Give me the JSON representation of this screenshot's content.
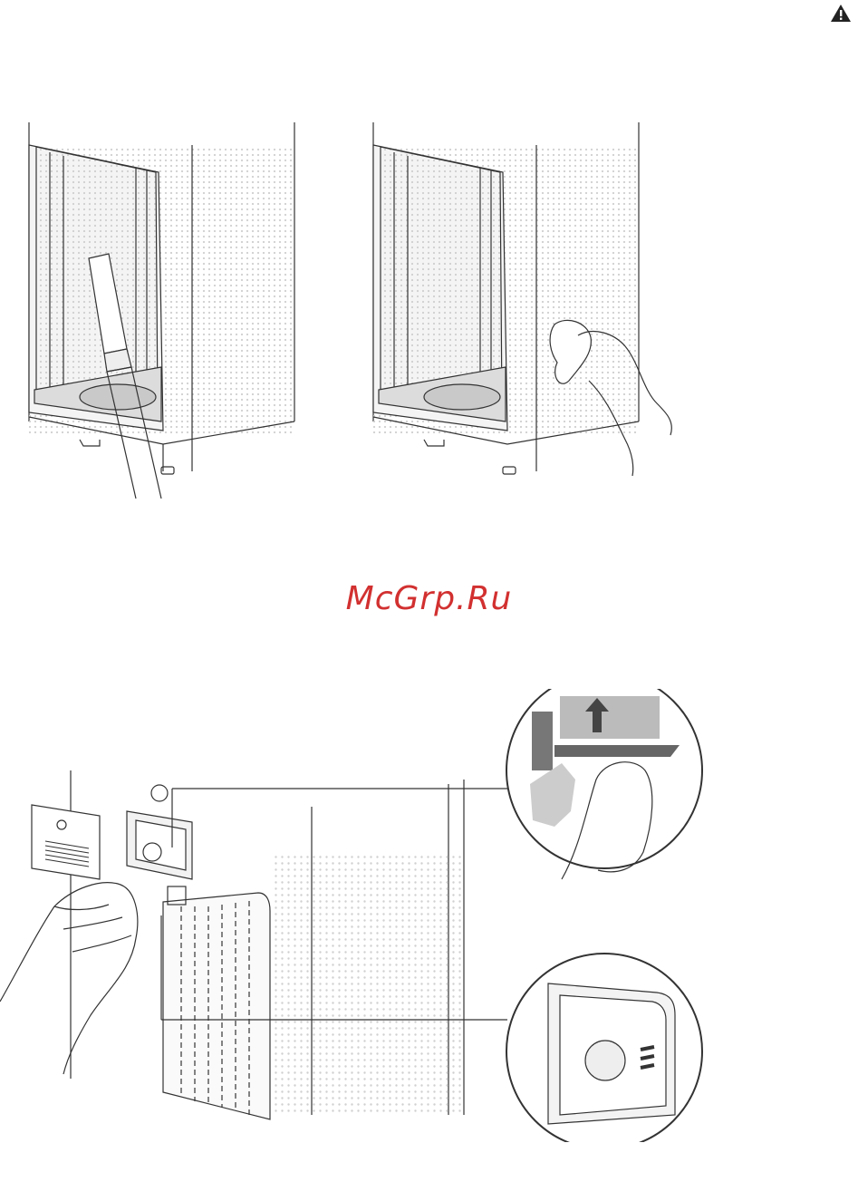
{
  "watermark": {
    "text": "McGrp.Ru",
    "color": "#d23030"
  },
  "icons": {
    "warning": "warning-triangle-icon"
  },
  "figure": {
    "top_left": "vacuum-cleaning-illustration",
    "top_right": "cloth-wiping-illustration",
    "bottom": "sensor-cover-removal-illustration"
  }
}
